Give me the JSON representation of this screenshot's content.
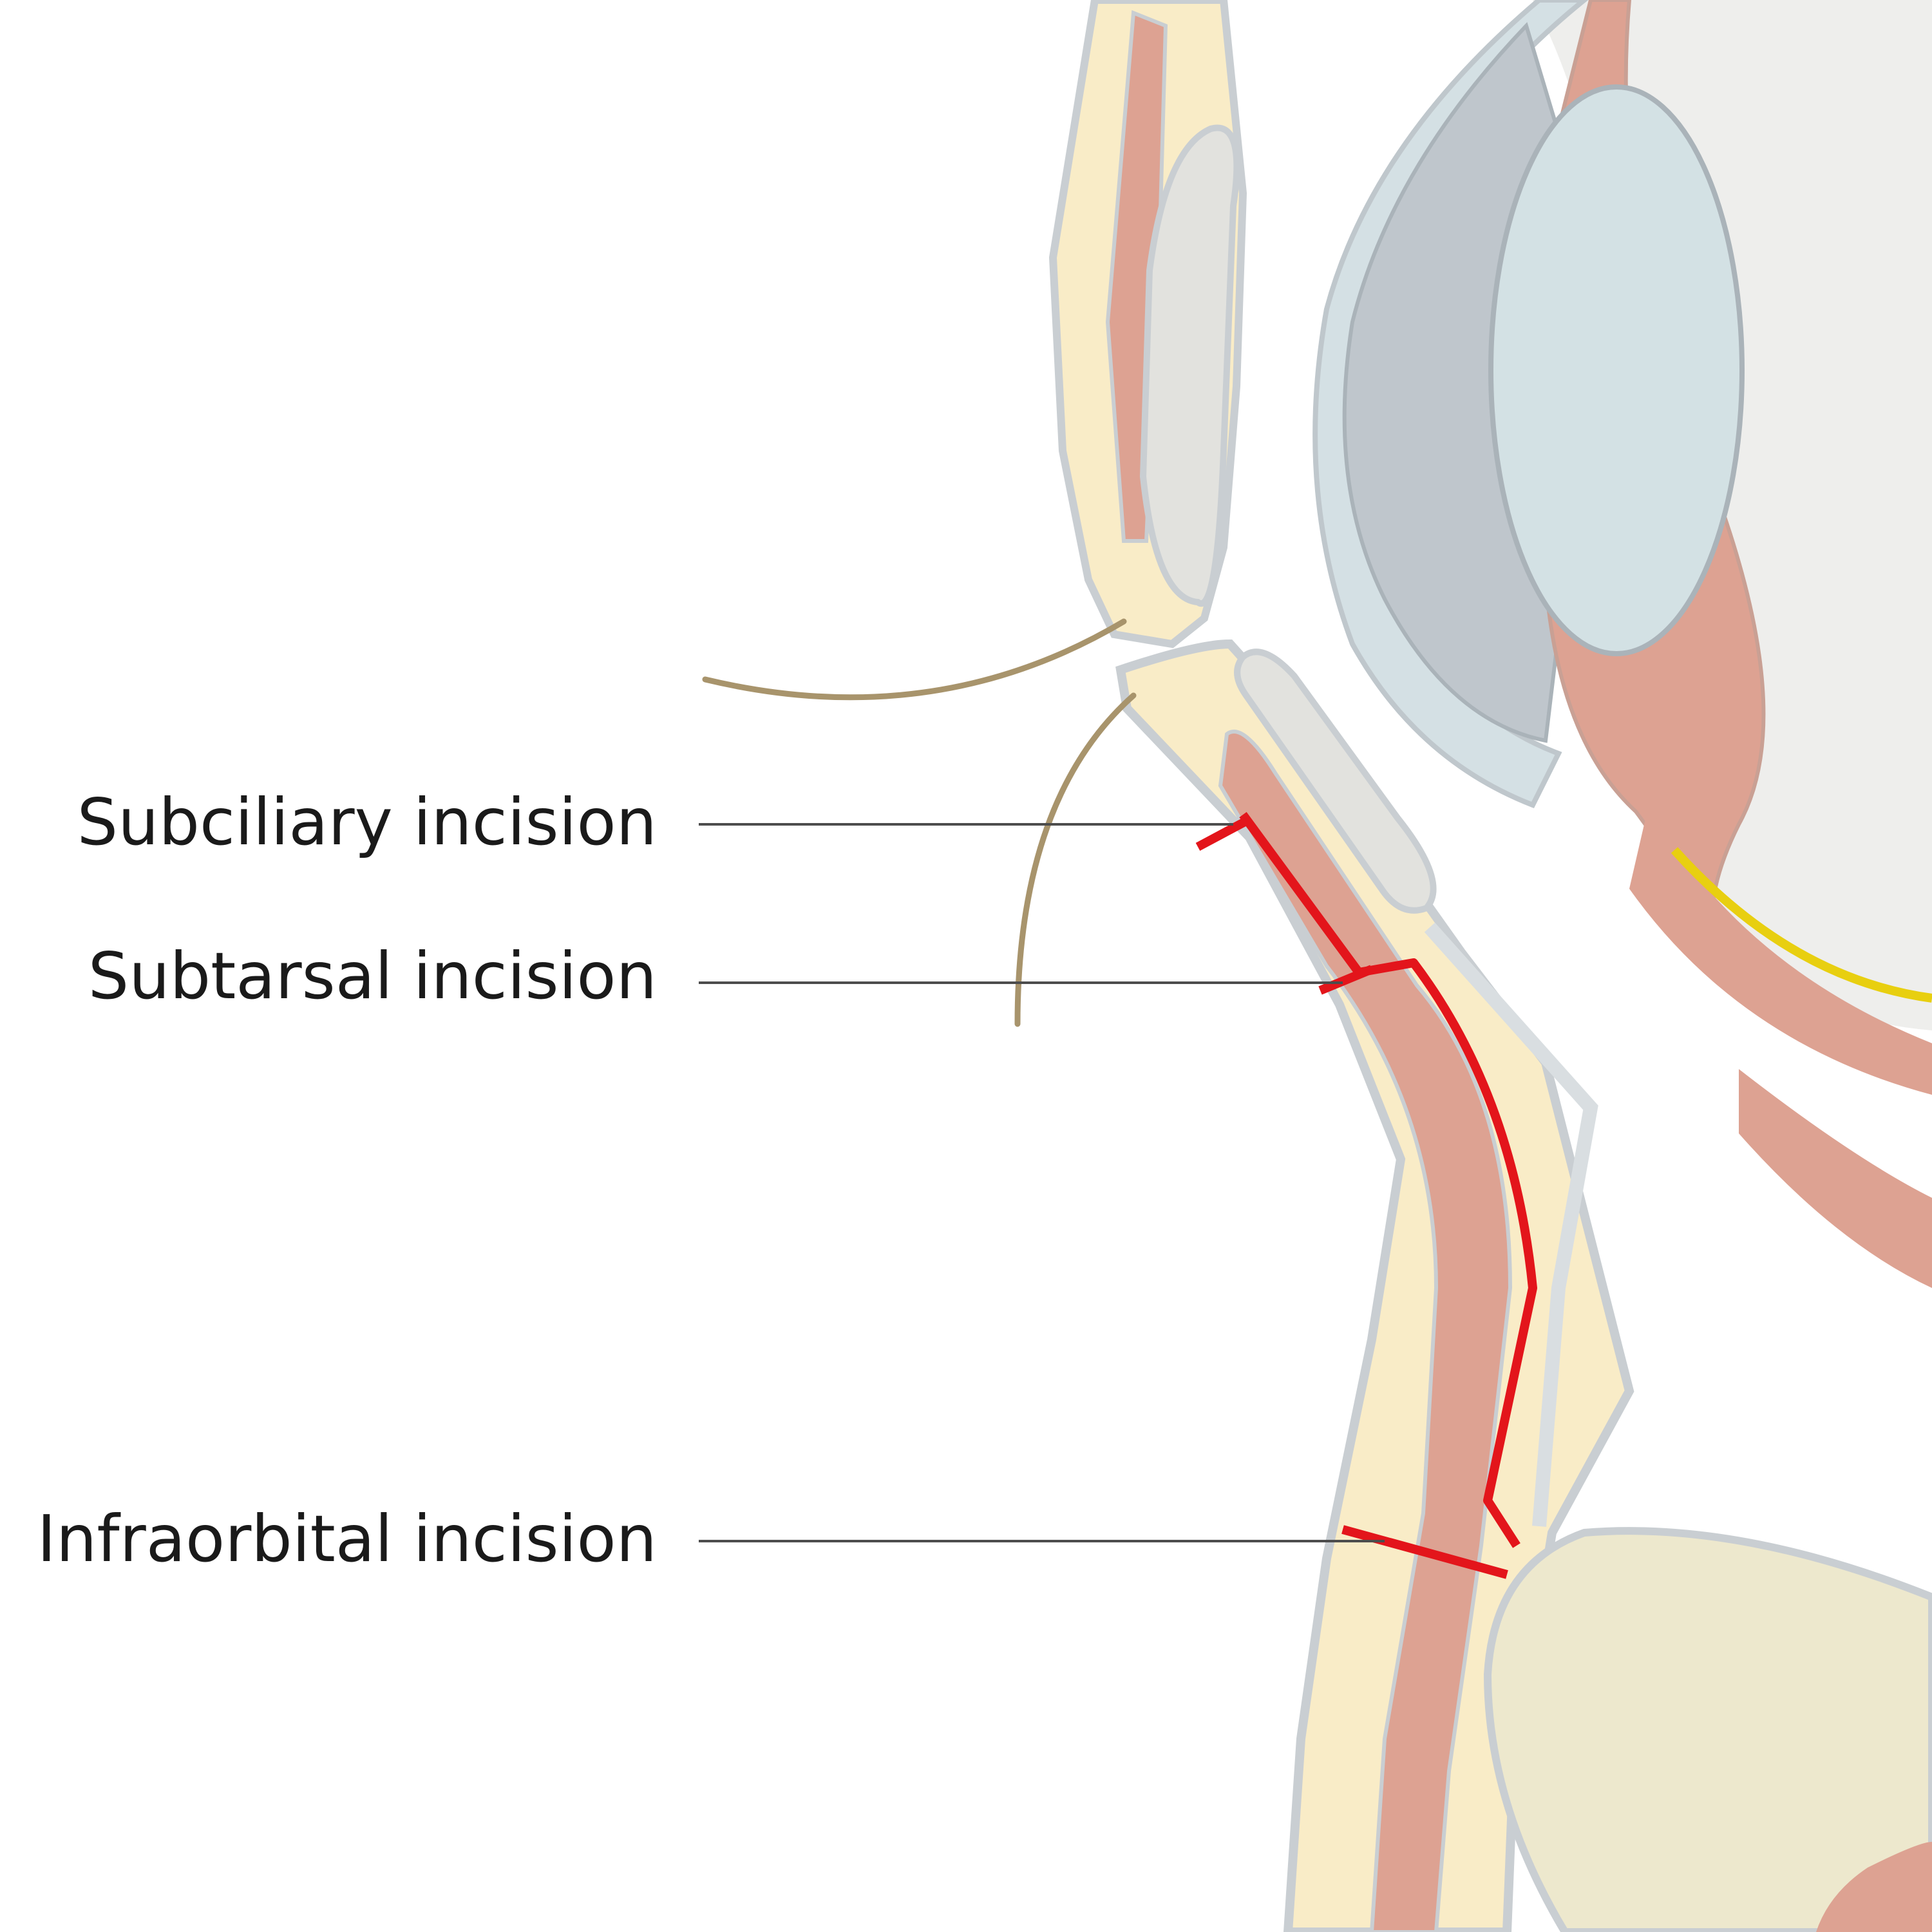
{
  "labels": {
    "subciliary": "Subciliary incision",
    "subtarsal": "Subtarsal incision",
    "infraorbital": "Infraorbital incision"
  },
  "colors": {
    "incision": "#e3151b",
    "fat": "#f9ecc7",
    "muscle": "#dda292",
    "tarsus": "#e2e2de",
    "skin_outline": "#c9ced2",
    "cornea": "#d4e0e4",
    "iris": "#bfc6cc",
    "lens": "#d3e1e4",
    "globe": "#eeeeec",
    "bone": "#ede8cd",
    "lashes": "#a8946c",
    "retractor_band": "#e8cf10",
    "leader_line": "#4d4d4d"
  }
}
